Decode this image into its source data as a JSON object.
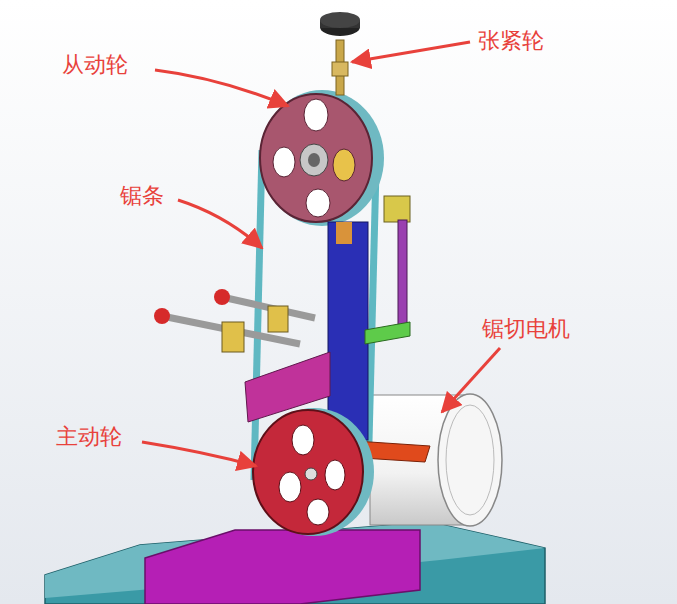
{
  "diagram": {
    "labels": [
      "张紧轮",
      "从动轮",
      "锯条",
      "锯切电机",
      "主动轮"
    ]
  }
}
